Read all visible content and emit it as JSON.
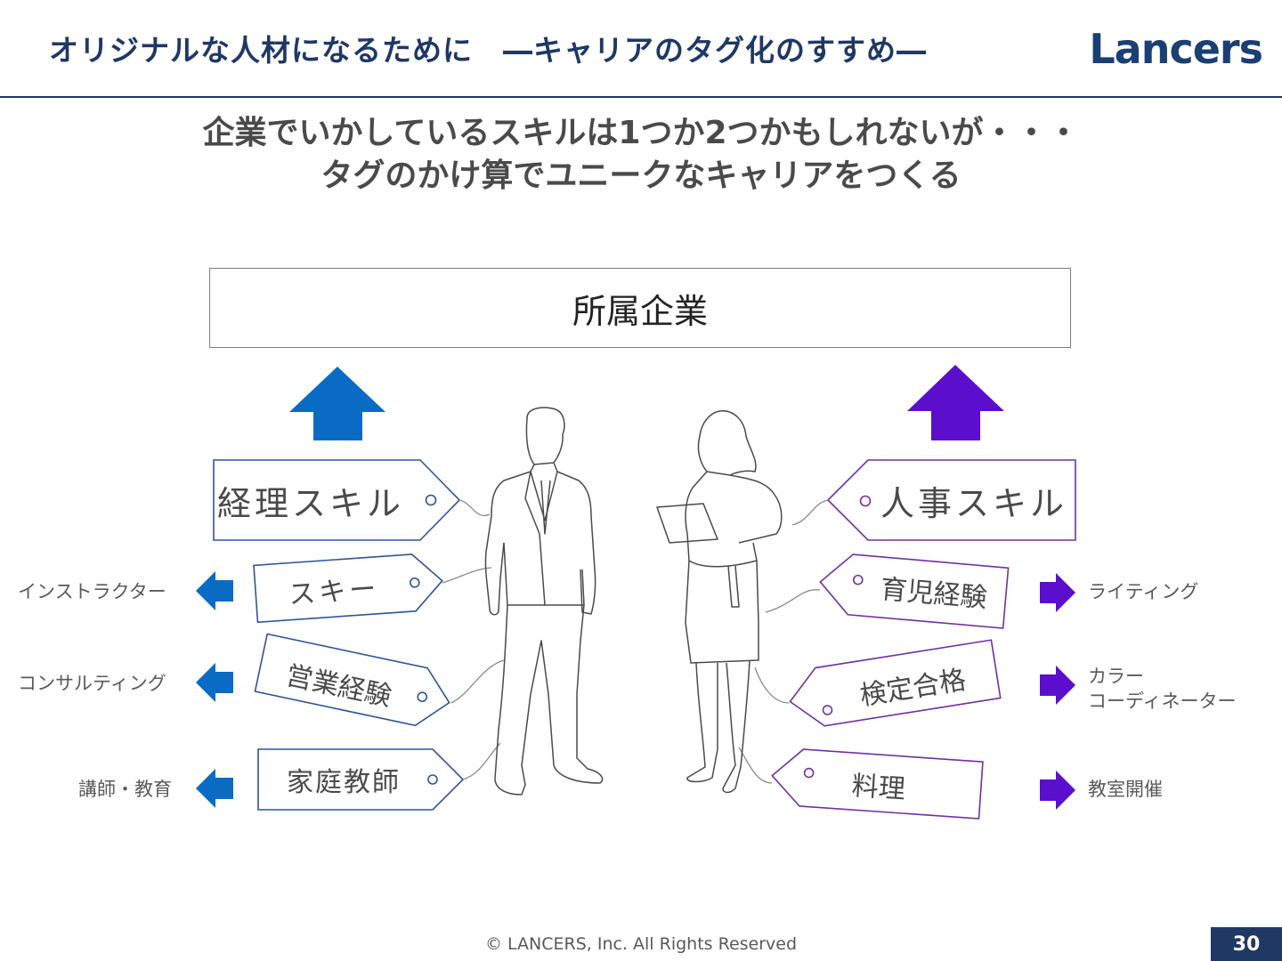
{
  "header": {
    "title": "オリジナルな人材になるために　―キャリアのタグ化のすすめ―",
    "logo": "Lancers"
  },
  "headline": {
    "line1": "企業でいかしているスキルは1つか2つかもしれないが・・・",
    "line2": "タグのかけ算でユニークなキャリアをつくる"
  },
  "company_box": "所属企業",
  "left": {
    "color": "#0a6bc4",
    "main_tag": "経理スキル",
    "tags": [
      "スキー",
      "営業経験",
      "家庭教師"
    ],
    "outcomes": [
      "インストラクター",
      "コンサルティング",
      "講師・教育"
    ]
  },
  "right": {
    "color": "#5b0fcc",
    "main_tag": "人事スキル",
    "tags": [
      "育児経験",
      "検定合格",
      "料理"
    ],
    "outcomes": [
      "ライティング",
      "カラー\nコーディネーター",
      "教室開催"
    ]
  },
  "footer": "© LANCERS, Inc. All Rights Reserved",
  "page_number": "30"
}
